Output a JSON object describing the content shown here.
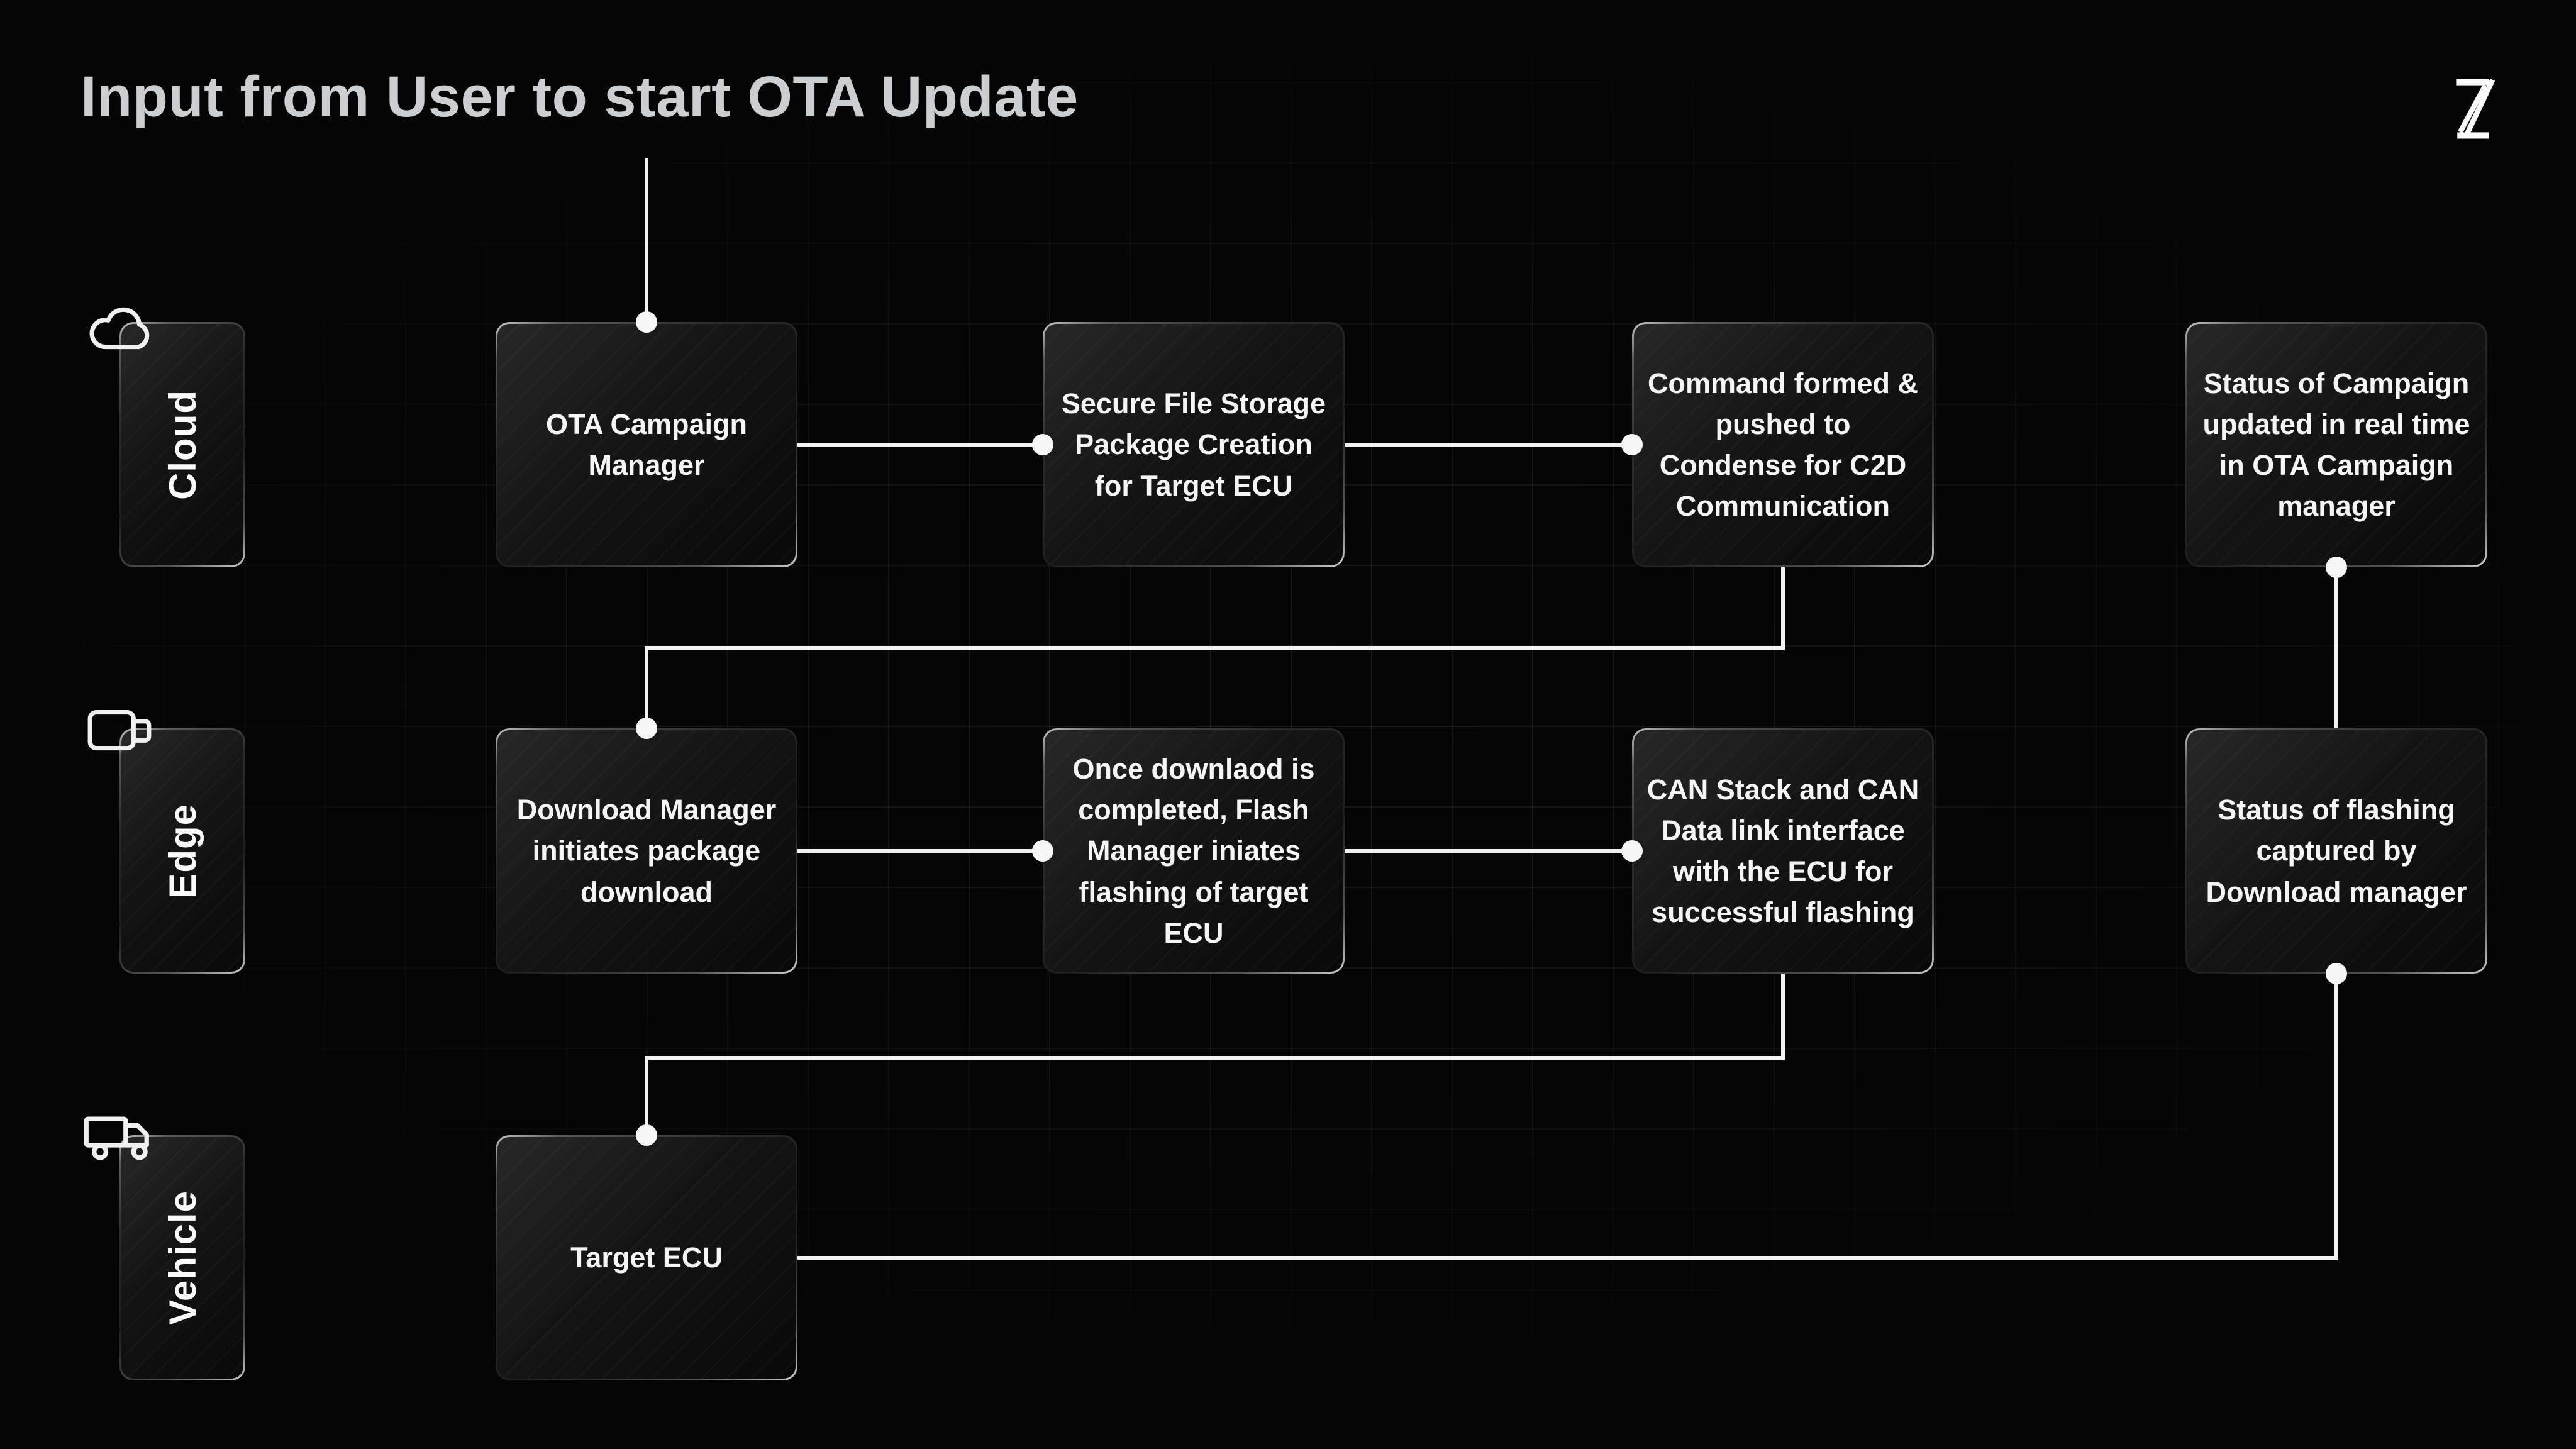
{
  "diagram": {
    "title": "Input from User to start OTA Update",
    "logo": {
      "name": "z-logo"
    },
    "lanes": [
      {
        "label": "Cloud",
        "icon": "cloud-icon"
      },
      {
        "label": "Edge",
        "icon": "edge-device-icon"
      },
      {
        "label": "Vehicle",
        "icon": "truck-icon"
      }
    ],
    "nodes": {
      "cloud": [
        {
          "label": "OTA Campaign Manager"
        },
        {
          "label": "Secure File Storage Package Creation for Target ECU"
        },
        {
          "label": "Command formed & pushed to Condense for C2D Communication"
        },
        {
          "label": "Status of Campaign updated in real time in OTA Campaign manager"
        }
      ],
      "edge": [
        {
          "label": "Download Manager initiates package download"
        },
        {
          "label": "Once downlaod is completed, Flash Manager iniates flashing of target ECU"
        },
        {
          "label": "CAN Stack and CAN Data link interface with the ECU for successful flashing"
        },
        {
          "label": "Status of flashing captured by Download manager"
        }
      ],
      "vehicle": [
        {
          "label": "Target ECU"
        }
      ]
    },
    "colors": {
      "background": "#050505",
      "connector": "#f2f2f2",
      "node_text": "#f5f5f5",
      "title_text": "#ccced0",
      "grid_line": "#3a3a3a"
    }
  }
}
